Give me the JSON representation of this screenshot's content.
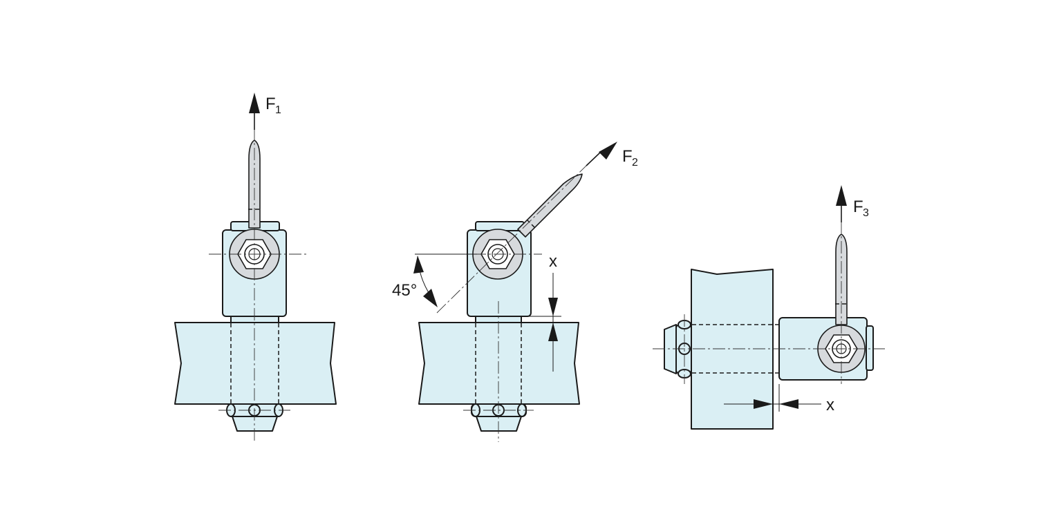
{
  "labels": {
    "force1": "F",
    "force1_index": "1",
    "force2": "F",
    "force2_index": "2",
    "force3": "F",
    "force3_index": "3",
    "angle": "45°",
    "gap_vertical": "x",
    "gap_horizontal": "x"
  },
  "colors": {
    "part_fill": "#daeff4",
    "pin_fill": "#d7dadd",
    "outline": "#1a1a1a"
  }
}
